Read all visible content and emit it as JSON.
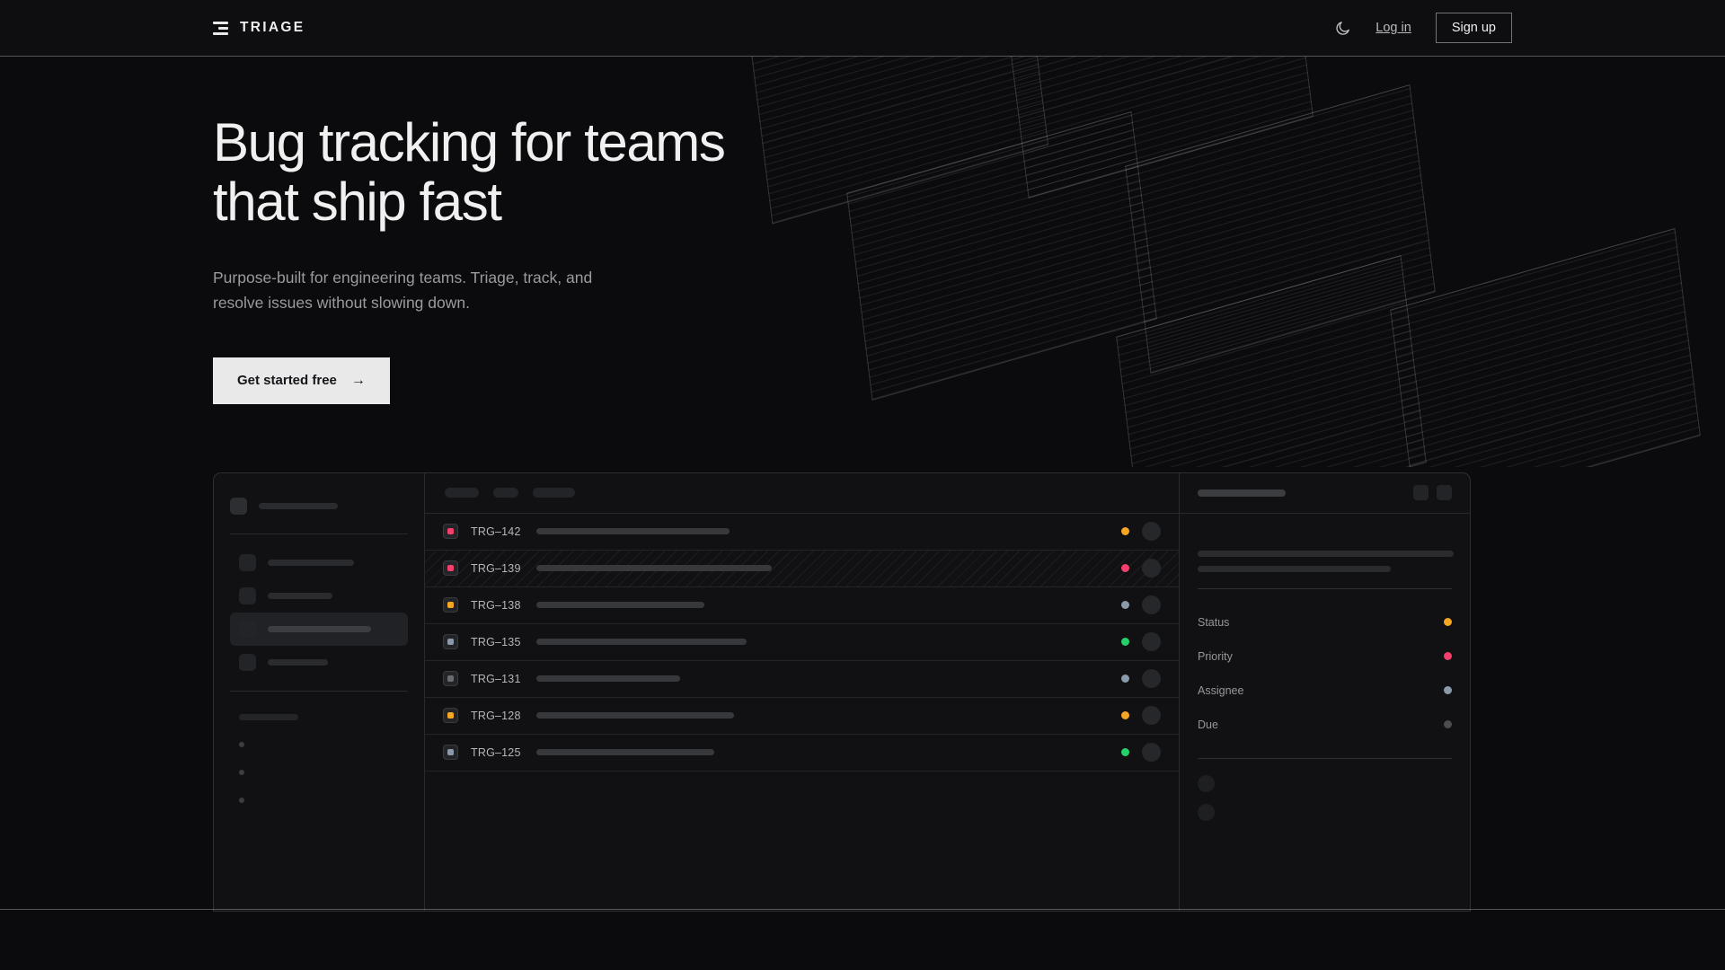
{
  "header": {
    "brand": "TRIAGE",
    "theme_toggle_icon": "moon-icon",
    "login_label": "Log in",
    "signup_label": "Sign up"
  },
  "hero": {
    "heading_line1": "Bug tracking for teams",
    "heading_line2": "that ship fast",
    "subheading": "Purpose-built for engineering teams. Triage, track, and resolve issues without slowing down.",
    "cta_label": "Get started free",
    "cta_arrow": "→"
  },
  "colors": {
    "page_bg": "#0b0b0d",
    "panel_bg": "#111113",
    "cta_bg": "#e9e9ea",
    "status_orange": "#f5a623",
    "status_pink": "#f43f6e",
    "status_green": "#24d16a",
    "status_slate": "#8b9aab",
    "status_muted": "#4a4c50"
  },
  "app": {
    "sidebar": {
      "nav_items": [
        {
          "name": "nav-item-1",
          "width": 96,
          "active": false
        },
        {
          "name": "nav-item-2",
          "width": 72,
          "active": false
        },
        {
          "name": "nav-item-3",
          "width": 115,
          "active": true
        },
        {
          "name": "nav-item-4",
          "width": 67,
          "active": false
        }
      ],
      "section_label_width": 66,
      "sub_items": 3
    },
    "toolbar": {
      "chips": [
        38,
        28,
        47
      ]
    },
    "rows": [
      {
        "id": "TRG–142",
        "priority_color": "#f43f6e",
        "title_width": 215,
        "status_color": "#f5a623",
        "selected": false
      },
      {
        "id": "TRG–139",
        "priority_color": "#f43f6e",
        "title_width": 262,
        "status_color": "#f43f6e",
        "selected": true
      },
      {
        "id": "TRG–138",
        "priority_color": "#f5a623",
        "title_width": 187,
        "status_color": "#8b9aab",
        "selected": false
      },
      {
        "id": "TRG–135",
        "priority_color": "#8b9aab",
        "title_width": 234,
        "status_color": "#24d16a",
        "selected": false
      },
      {
        "id": "TRG–131",
        "priority_color": "#6a6c70",
        "title_width": 160,
        "status_color": "#8b9aab",
        "selected": false
      },
      {
        "id": "TRG–128",
        "priority_color": "#f5a623",
        "title_width": 220,
        "status_color": "#f5a623",
        "selected": false
      },
      {
        "id": "TRG–125",
        "priority_color": "#8b9aab",
        "title_width": 198,
        "status_color": "#24d16a",
        "selected": false
      }
    ],
    "detail": {
      "title_skeleton_width": 98,
      "header_buttons": 2,
      "subject_skeleton_width": 150,
      "body_lines": [
        285,
        215
      ],
      "meta": [
        {
          "label": "Status",
          "color": "#f5a623"
        },
        {
          "label": "Priority",
          "color": "#f43f6e"
        },
        {
          "label": "Assignee",
          "color": "#8b9aab"
        },
        {
          "label": "Due",
          "color": "#4a4c50"
        }
      ],
      "activity_label_width": 60,
      "activity_avatars": 2
    }
  }
}
